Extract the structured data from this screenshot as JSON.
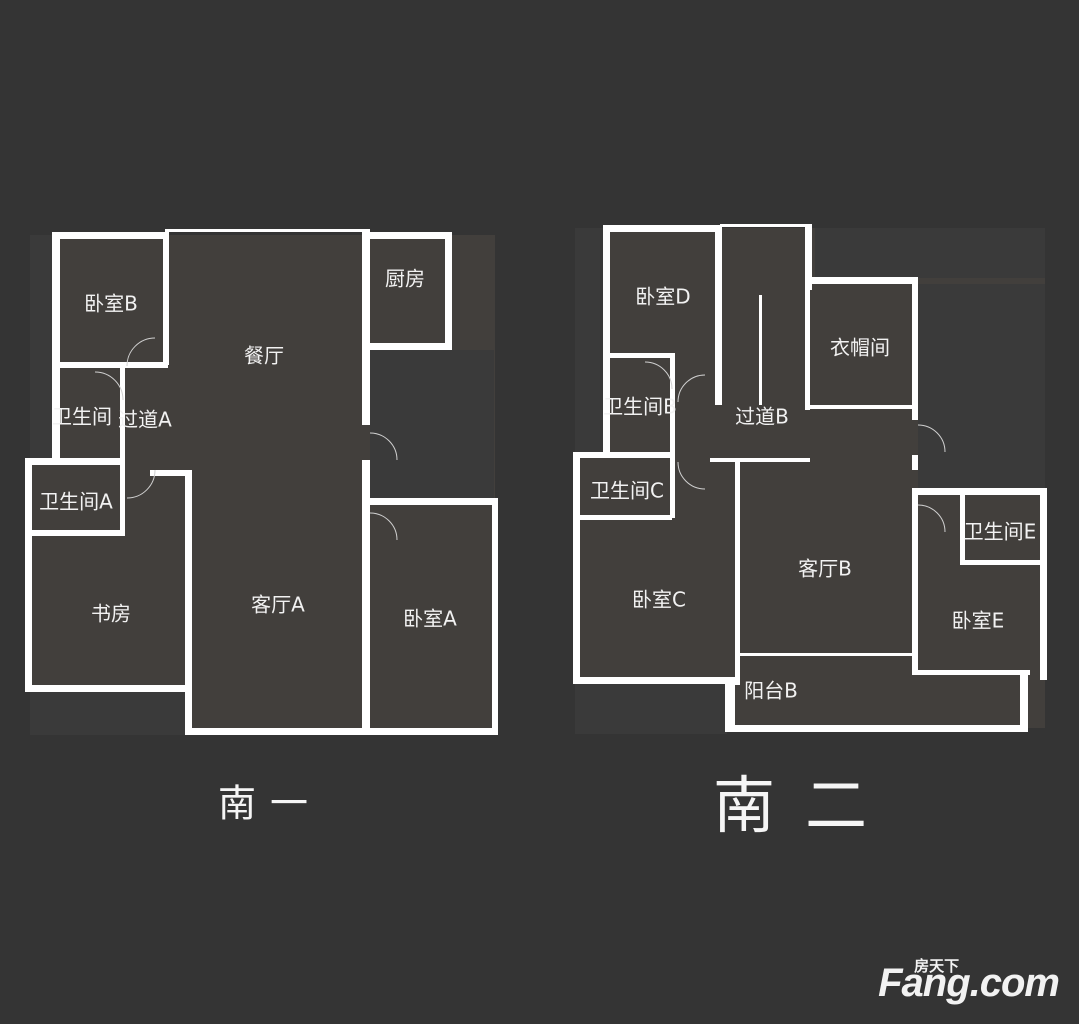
{
  "plans": [
    {
      "title": "南一",
      "rooms": [
        "卧室B",
        "餐厅",
        "厨房",
        "卫生间",
        "过道A",
        "卫生间A",
        "书房",
        "客厅A",
        "卧室A"
      ]
    },
    {
      "title": "南二",
      "rooms": [
        "卧室D",
        "衣帽间",
        "卫生间B",
        "过道B",
        "卫生间C",
        "客厅B",
        "卧室C",
        "卫生间E",
        "卧室E",
        "阳台B"
      ]
    }
  ],
  "watermark": {
    "brand": "Fang.com",
    "cn": "房天下"
  },
  "colors": {
    "background": "#343434",
    "room": "#423f3c",
    "wall": "#ffffff"
  }
}
